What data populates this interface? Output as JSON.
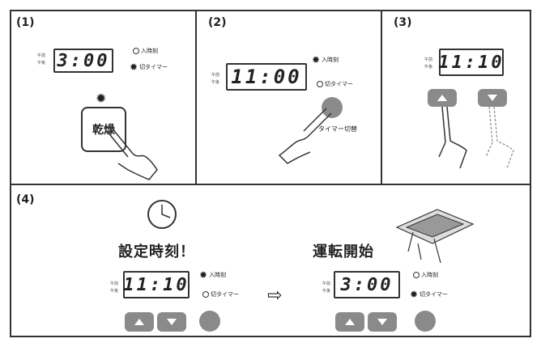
{
  "panels": {
    "p1": {
      "label": "(1)",
      "time": "3:00",
      "am": "午前",
      "pm": "午後",
      "ind_on": "入時刻",
      "ind_off": "切タイマー",
      "button_label": "乾燥"
    },
    "p2": {
      "label": "(2)",
      "time": "11:00",
      "am": "午前",
      "pm": "午後",
      "ind_on": "入時刻",
      "ind_off": "切タイマー",
      "button_caption": "タイマー切替"
    },
    "p3": {
      "label": "(3)",
      "time": "11:10",
      "am": "午前",
      "pm": "午後"
    },
    "p4": {
      "label": "(4)",
      "set_time_text": "設定時刻！",
      "start_text": "運転開始",
      "left": {
        "time": "11:10",
        "am": "午前",
        "pm": "午後",
        "ind_on": "入時刻",
        "ind_off": "切タイマー"
      },
      "right": {
        "time": "3:00",
        "am": "午前",
        "pm": "午後",
        "ind_on": "入時刻",
        "ind_off": "切タイマー"
      },
      "arrow": "⇨"
    }
  },
  "icons": [
    "sun-icon",
    "hand-pointer-icon",
    "clock-icon",
    "dryer-unit-icon",
    "up-arrow-icon",
    "down-arrow-icon"
  ],
  "colors": {
    "button_gray": "#8a8a8a",
    "line": "#333333"
  }
}
